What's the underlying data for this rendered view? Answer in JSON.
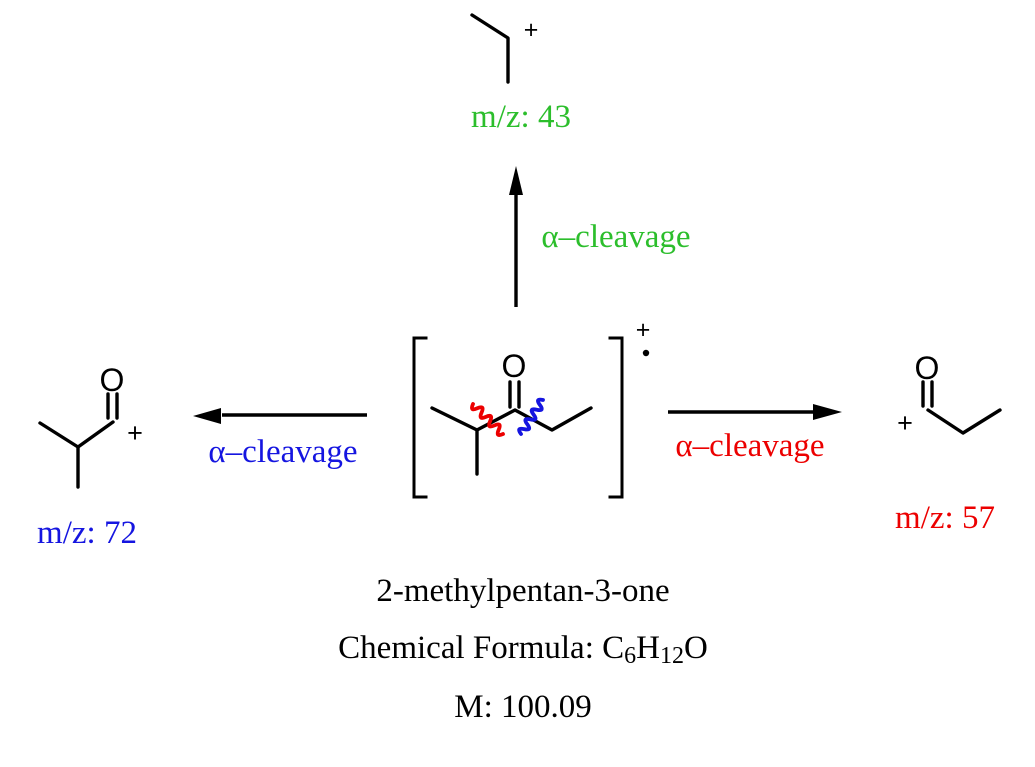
{
  "background": "#ffffff",
  "colors": {
    "black": "#000000",
    "green": "#2cbe2c",
    "blue": "#1515e0",
    "red": "#ec0000"
  },
  "molecular_ion": {
    "charge": "+",
    "carbonyl_atom": "O"
  },
  "fragments": {
    "top": {
      "mz_label": "m/z: 43",
      "charge": "+"
    },
    "left": {
      "mz_label": "m/z: 72",
      "charge": "+",
      "carbonyl_atom": "O"
    },
    "right": {
      "mz_label": "m/z: 57",
      "charge": "+",
      "carbonyl_atom": "O"
    }
  },
  "arrows": {
    "top": {
      "label": "α–cleavage",
      "color": "#2cbe2c"
    },
    "left": {
      "label": "α–cleavage",
      "color": "#1515e0"
    },
    "right": {
      "label": "α–cleavage",
      "color": "#ec0000"
    }
  },
  "compound": {
    "name": "2-methylpentan-3-one",
    "formula": {
      "prefix": "Chemical Formula: C",
      "sub1": "6",
      "h": "H",
      "sub2": "12",
      "o": "O"
    },
    "mass": "M: 100.09"
  }
}
